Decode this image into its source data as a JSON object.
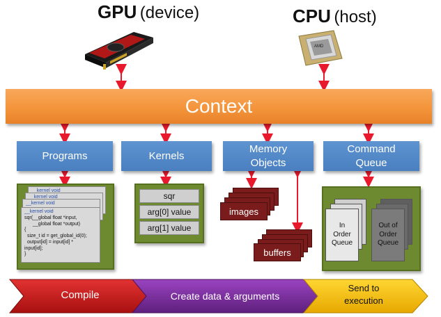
{
  "header": {
    "gpu_title": "GPU",
    "gpu_sub": "(device)",
    "cpu_title": "CPU",
    "cpu_sub": "(host)"
  },
  "context_label": "Context",
  "boxes": {
    "programs": "Programs",
    "kernels": "Kernels",
    "memory_line1": "Memory",
    "memory_line2": "Objects",
    "command_line1": "Command",
    "command_line2": "Queue"
  },
  "code_snippet": {
    "line1": "__kernel void",
    "line2": "sqr(__global float *input,",
    "line3": "__global float *output)",
    "line4": "{",
    "line5": "size_t id = get_global_id(0);",
    "line6": "output[id] = input[id] *",
    "line7": "input[id];",
    "line8": "}"
  },
  "kernel_items": [
    "sqr",
    "arg[0] value",
    "arg[1] value"
  ],
  "memory_items": {
    "images": "images",
    "buffers": "buffers"
  },
  "queue_items": {
    "in_order": [
      "In",
      "Order",
      "Queue"
    ],
    "out_of_order": [
      "Out of",
      "Order",
      "Queue"
    ]
  },
  "pipeline": {
    "compile": "Compile",
    "create": "Create data & arguments",
    "send_line1": "Send to",
    "send_line2": "execution"
  },
  "colors": {
    "context": "#f39339",
    "blue_box": "#4f86c6",
    "green_panel": "#6e8a30",
    "arrow_red": "#e8192c",
    "compile_red": "#c41a1a",
    "create_purple": "#7a2c9c",
    "send_yellow": "#f2b800"
  }
}
